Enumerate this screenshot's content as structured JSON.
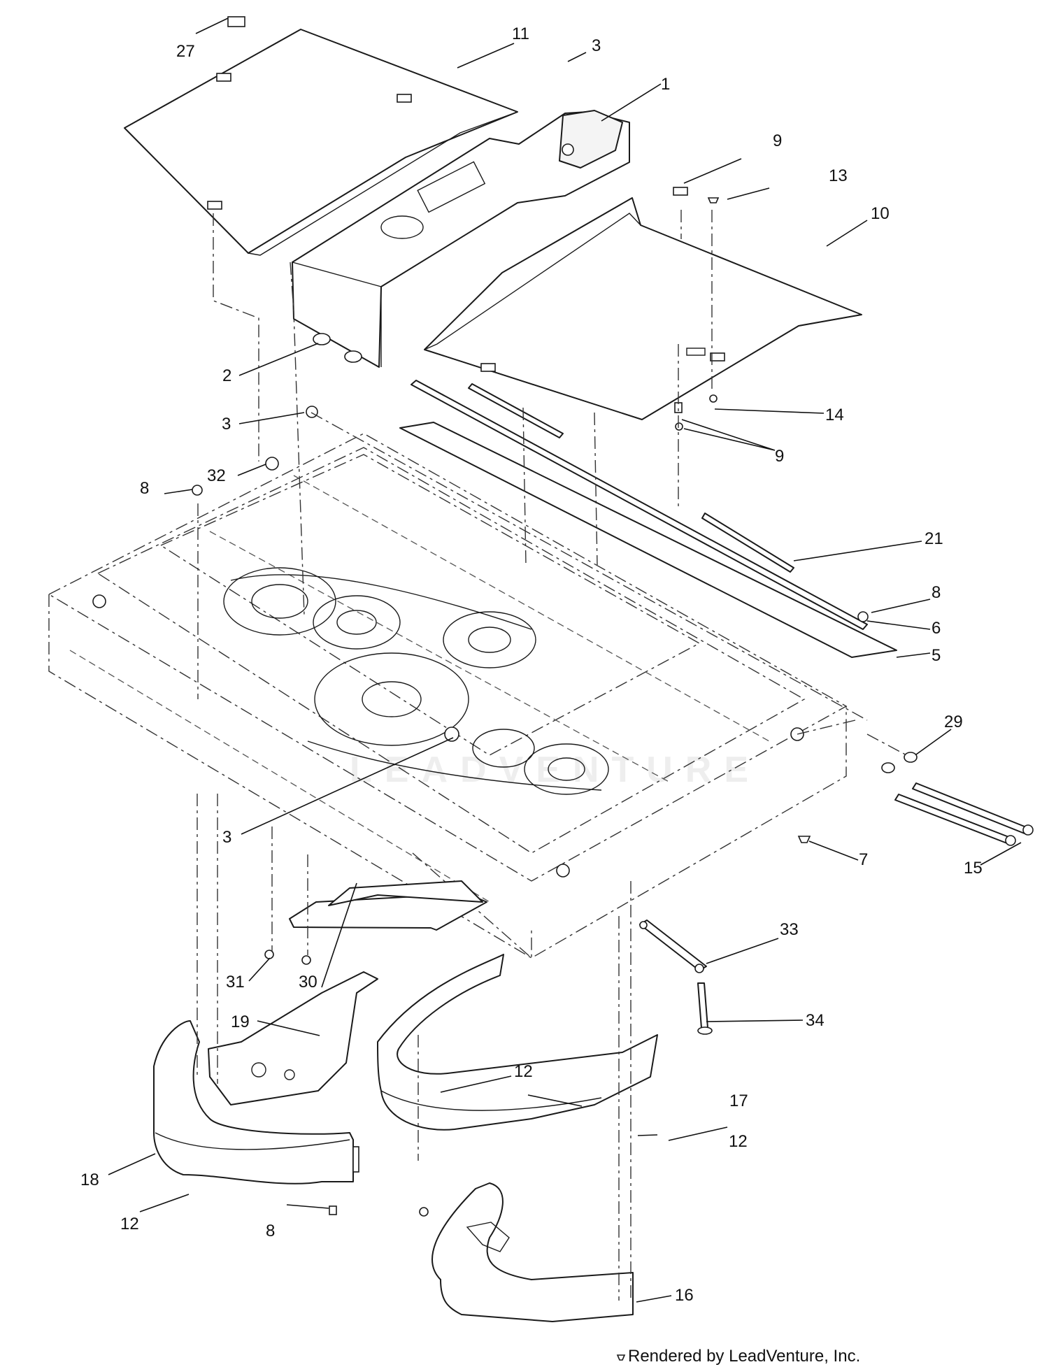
{
  "callouts": {
    "c1": "1",
    "c2": "2",
    "c3a": "3",
    "c3b": "3",
    "c3c": "3",
    "c5": "5",
    "c6": "6",
    "c7": "7",
    "c8a": "8",
    "c8b": "8",
    "c8c": "8",
    "c9a": "9",
    "c9b": "9",
    "c10": "10",
    "c11": "11",
    "c12a": "12",
    "c12b": "12",
    "c12c": "12",
    "c13": "13",
    "c14": "14",
    "c15": "15",
    "c16": "16",
    "c17": "17",
    "c18": "18",
    "c19": "19",
    "c21": "21",
    "c27": "27",
    "c29": "29",
    "c30": "30",
    "c31": "31",
    "c32": "32",
    "c33": "33",
    "c34": "34"
  },
  "watermark": "LEADVENTURE",
  "credit": "Rendered by LeadVenture, Inc."
}
